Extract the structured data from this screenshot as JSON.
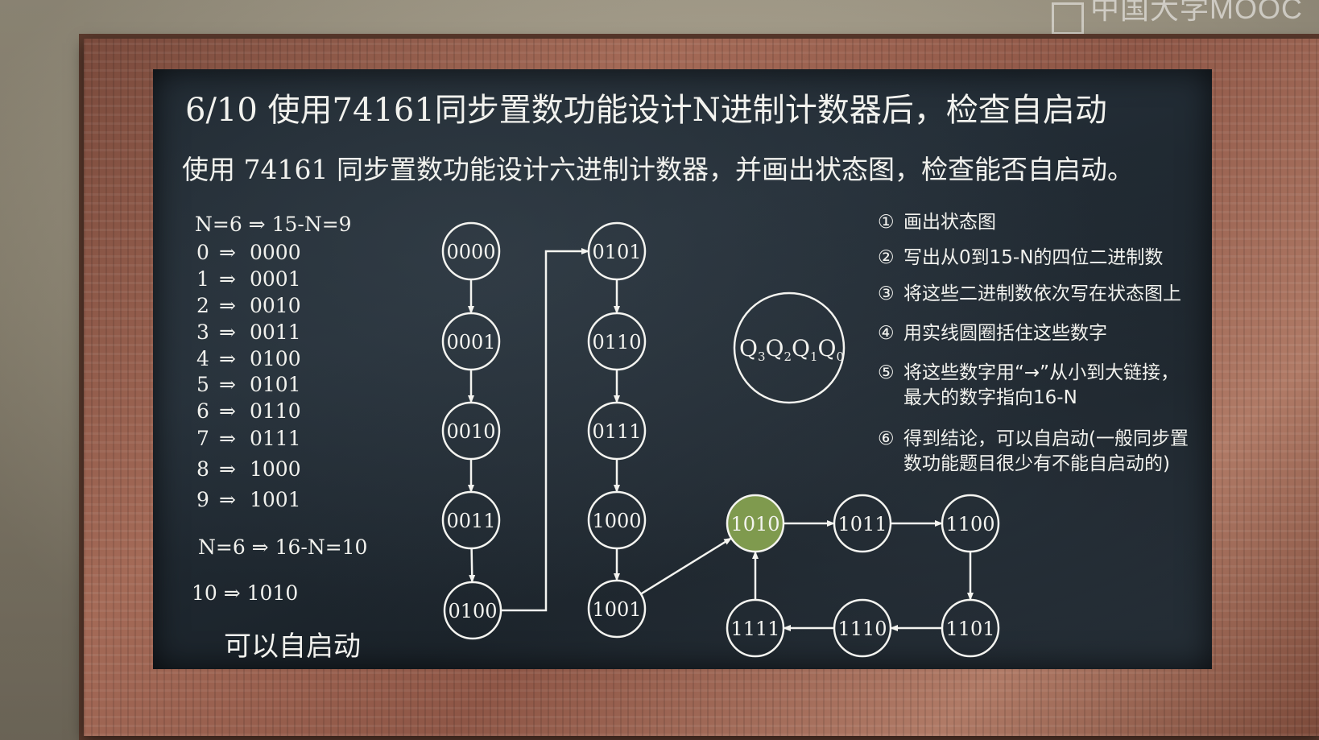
{
  "watermark": "中国大学MOOC",
  "title": "6/10 使用74161同步置数功能设计N进制计数器后，检查自启动",
  "subtitle": "使用 74161 同步置数功能设计六进制计数器，并画出状态图，检查能否自启动。",
  "left_column": {
    "line1": "N=6 ⇒ 15-N=9",
    "mapping": [
      {
        "dec": "0",
        "bin": "0000"
      },
      {
        "dec": "1",
        "bin": "0001"
      },
      {
        "dec": "2",
        "bin": "0010"
      },
      {
        "dec": "3",
        "bin": "0011"
      },
      {
        "dec": "4",
        "bin": "0100"
      },
      {
        "dec": "5",
        "bin": "0101"
      },
      {
        "dec": "6",
        "bin": "0110"
      },
      {
        "dec": "7",
        "bin": "0111"
      },
      {
        "dec": "8",
        "bin": "1000"
      },
      {
        "dec": "9",
        "bin": "1001"
      }
    ],
    "arrow": "⇒",
    "line2": "N=6 ⇒ 16-N=10",
    "line3": "10 ⇒ 1010",
    "conclusion": "可以自启动"
  },
  "state_nodes": [
    {
      "id": "0000",
      "label": "0000"
    },
    {
      "id": "0001",
      "label": "0001"
    },
    {
      "id": "0010",
      "label": "0010"
    },
    {
      "id": "0011",
      "label": "0011"
    },
    {
      "id": "0100",
      "label": "0100"
    },
    {
      "id": "0101",
      "label": "0101"
    },
    {
      "id": "0110",
      "label": "0110"
    },
    {
      "id": "0111",
      "label": "0111"
    },
    {
      "id": "1000",
      "label": "1000"
    },
    {
      "id": "1001",
      "label": "1001"
    },
    {
      "id": "1010",
      "label": "1010",
      "highlight": true
    },
    {
      "id": "1011",
      "label": "1011"
    },
    {
      "id": "1100",
      "label": "1100"
    },
    {
      "id": "1101",
      "label": "1101"
    },
    {
      "id": "1110",
      "label": "1110"
    },
    {
      "id": "1111",
      "label": "1111"
    }
  ],
  "state_edges": [
    [
      "0000",
      "0001"
    ],
    [
      "0001",
      "0010"
    ],
    [
      "0010",
      "0011"
    ],
    [
      "0011",
      "0100"
    ],
    [
      "0100",
      "0101"
    ],
    [
      "0101",
      "0110"
    ],
    [
      "0110",
      "0111"
    ],
    [
      "0111",
      "1000"
    ],
    [
      "1000",
      "1001"
    ],
    [
      "1001",
      "1010"
    ],
    [
      "1010",
      "1011"
    ],
    [
      "1011",
      "1100"
    ],
    [
      "1100",
      "1101"
    ],
    [
      "1101",
      "1110"
    ],
    [
      "1110",
      "1111"
    ],
    [
      "1111",
      "1010"
    ]
  ],
  "legend_node": {
    "q3": "Q",
    "q3_sub": "3",
    "q2": "Q",
    "q2_sub": "2",
    "q1": "Q",
    "q1_sub": "1",
    "q0": "Q",
    "q0_sub": "0"
  },
  "steps": [
    {
      "num": "①",
      "text": "画出状态图"
    },
    {
      "num": "②",
      "text": "写出从0到15-N的四位二进制数"
    },
    {
      "num": "③",
      "text": "将这些二进制数依次写在状态图上"
    },
    {
      "num": "④",
      "text": "用实线圆圈括住这些数字"
    },
    {
      "num": "⑤",
      "text": "将这些数字用“→”从小到大链接，",
      "text2": "最大的数字指向16-N"
    },
    {
      "num": "⑥",
      "text": "得到结论，可以自启动(一般同步置",
      "text2": "数功能题目很少有不能自启动的)"
    }
  ]
}
